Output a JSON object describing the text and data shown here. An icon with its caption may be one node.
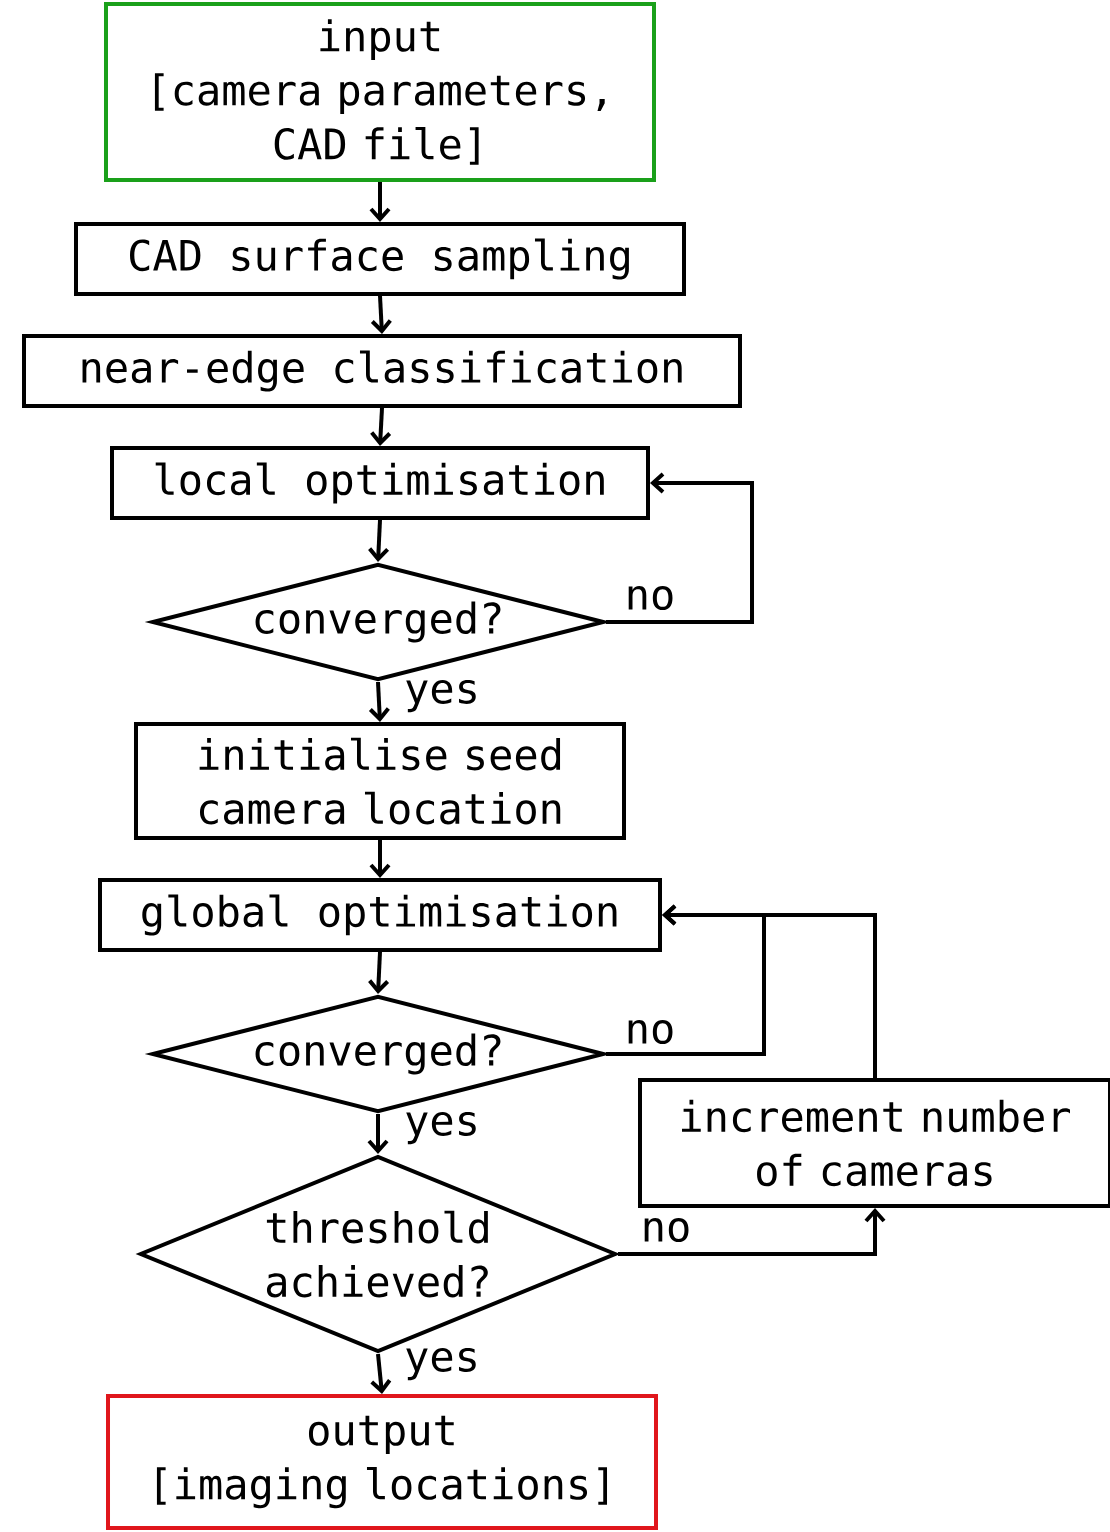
{
  "diagram": {
    "nodes": [
      {
        "text": [
          "input",
          "[camera parameters, CAD file]"
        ]
      },
      {
        "text": [
          "CAD surface sampling"
        ]
      },
      {
        "text": [
          "near-edge classification"
        ]
      },
      {
        "text": [
          "local optimisation"
        ]
      },
      {
        "text": [
          "converged?"
        ]
      },
      {
        "text": [
          "initialise seed camera location"
        ]
      },
      {
        "text": [
          "global optimisation"
        ]
      },
      {
        "text": [
          "converged?"
        ]
      },
      {
        "text": [
          "threshold achieved?"
        ]
      },
      {
        "text": [
          "increment number of cameras"
        ]
      },
      {
        "text": [
          "output",
          "[imaging locations]"
        ]
      }
    ],
    "edges": [
      {
        "from": 0,
        "to": 1,
        "arrow": "to"
      },
      {
        "from": 1,
        "to": 2,
        "arrow": "to"
      },
      {
        "from": 2,
        "to": 3,
        "arrow": "to"
      },
      {
        "from": 3,
        "to": 4,
        "arrow": "to"
      },
      {
        "from": 4,
        "to": 3,
        "arrow": "to",
        "label": "no"
      },
      {
        "from": 4,
        "to": 5,
        "arrow": "to",
        "label": "yes"
      },
      {
        "from": 5,
        "to": 6,
        "arrow": "to"
      },
      {
        "from": 6,
        "to": 7,
        "arrow": "to"
      },
      {
        "from": 7,
        "to": 6,
        "arrow": "to",
        "label": "no"
      },
      {
        "from": 7,
        "to": 8,
        "arrow": "to",
        "label": "yes"
      },
      {
        "from": 8,
        "to": 9,
        "arrow": "to",
        "label": "no"
      },
      {
        "from": 9,
        "to": 6,
        "arrow": "to"
      },
      {
        "from": 8,
        "to": 10,
        "arrow": "to",
        "label": "yes"
      }
    ]
  }
}
